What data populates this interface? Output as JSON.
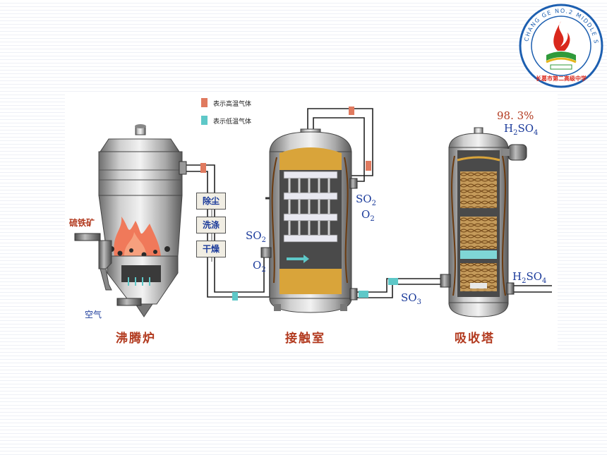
{
  "legend": {
    "hot_gas": "表示高温气体",
    "cold_gas": "表示低温气体",
    "hot_color": "#e07a5f",
    "cold_color": "#5ec8c8"
  },
  "boxes": {
    "dust": "除尘",
    "wash": "洗涤",
    "dry": "干燥"
  },
  "labels": {
    "pyrite": "硫铁矿",
    "air": "空气",
    "so2_left": "SO",
    "so2_left_sub": "2",
    "o2_left": "O",
    "o2_left_sub": "2",
    "so2_right": "SO",
    "so2_right_sub": "2",
    "o2_right": "O",
    "o2_right_sub": "2",
    "so3": "SO",
    "so3_sub": "3",
    "acid_pct": "98. 3%",
    "h2so4_top_a": "H",
    "h2so4_top_sub1": "2",
    "h2so4_top_b": "SO",
    "h2so4_top_sub2": "4",
    "h2so4_out_a": "H",
    "h2so4_out_sub1": "2",
    "h2so4_out_b": "SO",
    "h2so4_out_sub2": "4"
  },
  "titles": {
    "furnace": "沸腾炉",
    "contact": "接触室",
    "absorber": "吸收塔"
  },
  "logo": {
    "arc_text": "CHANG GE NO.2 MIDDLE SCHOOL",
    "bottom_text": "长葛市第二高级中学"
  }
}
